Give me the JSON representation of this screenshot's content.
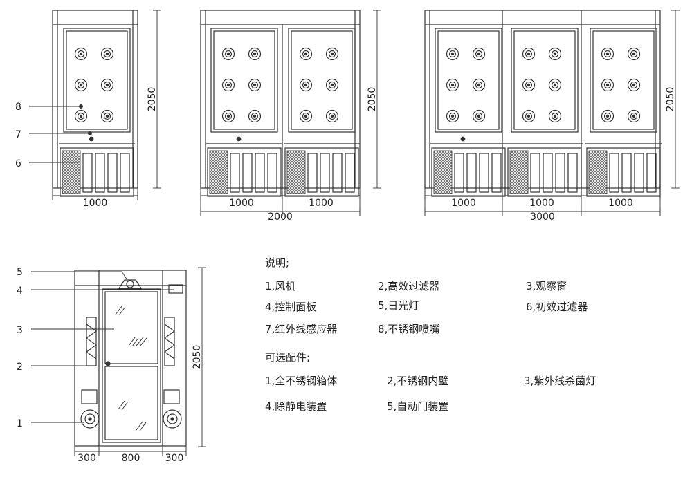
{
  "dims": {
    "width_1000": "1000",
    "total_2000": "2000",
    "total_3000": "3000",
    "height_2050": "2050",
    "side_300": "300",
    "door_800": "800"
  },
  "callouts": [
    "8",
    "7",
    "6",
    "5",
    "4",
    "3",
    "2",
    "1"
  ],
  "notes": {
    "title": "说明;",
    "items": [
      "1,风机",
      "2,高效过滤器",
      "3,观察窗",
      "4,控制面板",
      "5,日光灯",
      "6,初效过滤器",
      "7,红外线感应器",
      "8,不锈钢喷嘴"
    ]
  },
  "options": {
    "title": "可选配件;",
    "items": [
      "1,全不锈钢箱体",
      "2,不锈钢内壁",
      "3,紫外线杀菌灯",
      "4,除静电装置",
      "5,自动门装置"
    ]
  }
}
